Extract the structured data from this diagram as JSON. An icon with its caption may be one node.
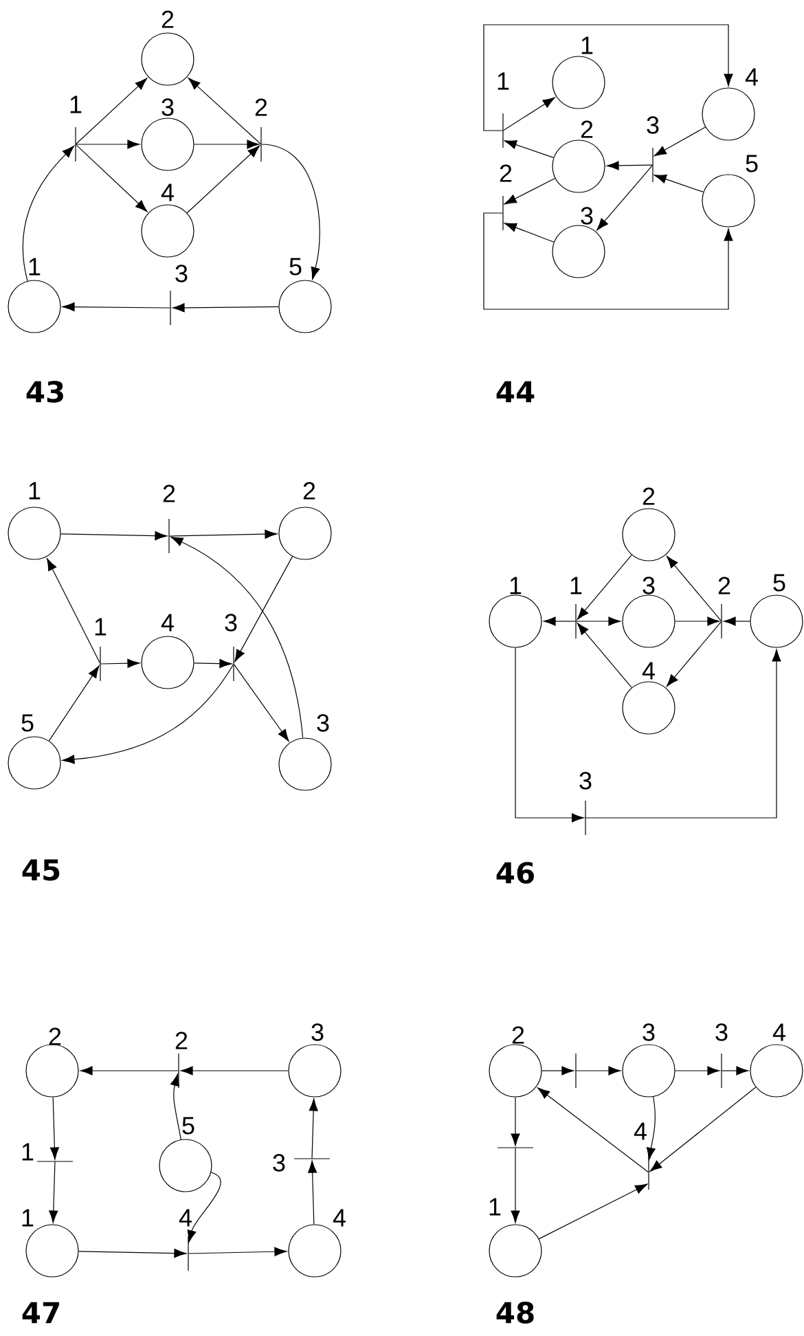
{
  "diagram": {
    "nodes": [
      {
        "text": [],
        "shape": "circle",
        "beside": [
          "2"
        ]
      },
      {
        "text": [],
        "shape": "bar",
        "beside": [
          "1"
        ]
      },
      {
        "text": [],
        "shape": "circle",
        "beside": [
          "3"
        ]
      },
      {
        "text": [],
        "shape": "bar",
        "beside": [
          "2"
        ]
      },
      {
        "text": [],
        "shape": "circle",
        "beside": [
          "4"
        ]
      },
      {
        "text": [],
        "shape": "circle",
        "beside": [
          "1"
        ]
      },
      {
        "text": [],
        "shape": "bar",
        "beside": [
          "3"
        ]
      },
      {
        "text": [],
        "shape": "circle",
        "beside": [
          "5"
        ]
      },
      {
        "text": [],
        "shape": "circle",
        "beside": [
          "1"
        ]
      },
      {
        "text": [],
        "shape": "circle",
        "beside": [
          "4"
        ]
      },
      {
        "text": [],
        "shape": "bar",
        "beside": [
          "1"
        ]
      },
      {
        "text": [],
        "shape": "bar",
        "beside": [
          "3"
        ]
      },
      {
        "text": [],
        "shape": "circle",
        "beside": [
          "2"
        ]
      },
      {
        "text": [],
        "shape": "circle",
        "beside": [
          "5"
        ]
      },
      {
        "text": [],
        "shape": "bar",
        "beside": [
          "2"
        ]
      },
      {
        "text": [],
        "shape": "circle",
        "beside": [
          "3"
        ]
      },
      {
        "text": [],
        "shape": "circle",
        "beside": [
          "1"
        ]
      },
      {
        "text": [],
        "shape": "bar",
        "beside": [
          "2"
        ]
      },
      {
        "text": [],
        "shape": "circle",
        "beside": [
          "2"
        ]
      },
      {
        "text": [],
        "shape": "bar",
        "beside": [
          "1"
        ]
      },
      {
        "text": [],
        "shape": "circle",
        "beside": [
          "4"
        ]
      },
      {
        "text": [],
        "shape": "bar",
        "beside": [
          "3"
        ]
      },
      {
        "text": [],
        "shape": "circle",
        "beside": [
          "5"
        ]
      },
      {
        "text": [],
        "shape": "circle",
        "beside": [
          "3"
        ]
      },
      {
        "text": [],
        "shape": "circle",
        "beside": [
          "2"
        ]
      },
      {
        "text": [],
        "shape": "circle",
        "beside": [
          "1"
        ]
      },
      {
        "text": [],
        "shape": "bar",
        "beside": [
          "1"
        ]
      },
      {
        "text": [],
        "shape": "circle",
        "beside": [
          "3"
        ]
      },
      {
        "text": [],
        "shape": "bar",
        "beside": [
          "2"
        ]
      },
      {
        "text": [],
        "shape": "circle",
        "beside": [
          "5"
        ]
      },
      {
        "text": [],
        "shape": "circle",
        "beside": [
          "4"
        ]
      },
      {
        "text": [],
        "shape": "bar",
        "beside": [
          "3"
        ]
      },
      {
        "text": [],
        "shape": "circle",
        "beside": [
          "2"
        ]
      },
      {
        "text": [],
        "shape": "bar",
        "beside": [
          "2"
        ]
      },
      {
        "text": [],
        "shape": "circle",
        "beside": [
          "3"
        ]
      },
      {
        "text": [],
        "shape": "bar",
        "beside": [
          "1"
        ]
      },
      {
        "text": [],
        "shape": "circle",
        "beside": [
          "5"
        ]
      },
      {
        "text": [],
        "shape": "bar",
        "beside": [
          "3"
        ]
      },
      {
        "text": [],
        "shape": "circle",
        "beside": [
          "1"
        ]
      },
      {
        "text": [],
        "shape": "bar",
        "beside": [
          "4"
        ]
      },
      {
        "text": [],
        "shape": "circle",
        "beside": [
          "4"
        ]
      },
      {
        "text": [],
        "shape": "circle",
        "beside": [
          "2"
        ]
      },
      {
        "text": [],
        "shape": "bar"
      },
      {
        "text": [],
        "shape": "circle",
        "beside": [
          "3"
        ]
      },
      {
        "text": [],
        "shape": "bar",
        "beside": [
          "3"
        ]
      },
      {
        "text": [],
        "shape": "circle",
        "beside": [
          "4"
        ]
      },
      {
        "text": [],
        "shape": "bar"
      },
      {
        "text": [],
        "shape": "bar",
        "beside": [
          "4"
        ]
      },
      {
        "text": [],
        "shape": "circle",
        "beside": [
          "1"
        ]
      }
    ],
    "edges": [
      {
        "from": 1,
        "to": 0,
        "arrow": "to"
      },
      {
        "from": 1,
        "to": 2,
        "arrow": "to"
      },
      {
        "from": 1,
        "to": 4,
        "arrow": "to"
      },
      {
        "from": 2,
        "to": 3,
        "arrow": "to"
      },
      {
        "from": 4,
        "to": 3,
        "arrow": "to"
      },
      {
        "from": 3,
        "to": 0,
        "arrow": "to"
      },
      {
        "from": 3,
        "to": 7,
        "arrow": "to"
      },
      {
        "from": 7,
        "to": 6,
        "arrow": "to"
      },
      {
        "from": 6,
        "to": 5,
        "arrow": "to"
      },
      {
        "from": 5,
        "to": 1,
        "arrow": "to"
      },
      {
        "from": 10,
        "to": 8,
        "arrow": "to"
      },
      {
        "from": 12,
        "to": 10,
        "arrow": "to"
      },
      {
        "from": 12,
        "to": 14,
        "arrow": "to"
      },
      {
        "from": 15,
        "to": 14,
        "arrow": "to"
      },
      {
        "from": 11,
        "to": 12,
        "arrow": "to"
      },
      {
        "from": 11,
        "to": 15,
        "arrow": "to"
      },
      {
        "from": 9,
        "to": 11,
        "arrow": "to"
      },
      {
        "from": 13,
        "to": 11,
        "arrow": "to"
      },
      {
        "from": 10,
        "to": 9,
        "arrow": "to"
      },
      {
        "from": 14,
        "to": 13,
        "arrow": "to"
      },
      {
        "from": 16,
        "to": 17,
        "arrow": "to"
      },
      {
        "from": 17,
        "to": 18,
        "arrow": "to"
      },
      {
        "from": 18,
        "to": 21,
        "arrow": "to"
      },
      {
        "from": 19,
        "to": 16,
        "arrow": "to"
      },
      {
        "from": 19,
        "to": 20,
        "arrow": "to"
      },
      {
        "from": 20,
        "to": 21,
        "arrow": "to"
      },
      {
        "from": 22,
        "to": 19,
        "arrow": "to"
      },
      {
        "from": 21,
        "to": 23,
        "arrow": "to"
      },
      {
        "from": 21,
        "to": 22,
        "arrow": "to"
      },
      {
        "from": 23,
        "to": 17,
        "arrow": "to"
      },
      {
        "from": 26,
        "to": 25,
        "arrow": "to"
      },
      {
        "from": 26,
        "to": 27,
        "arrow": "to"
      },
      {
        "from": 24,
        "to": 26,
        "arrow": "to"
      },
      {
        "from": 30,
        "to": 26,
        "arrow": "to"
      },
      {
        "from": 27,
        "to": 28,
        "arrow": "to"
      },
      {
        "from": 29,
        "to": 28,
        "arrow": "to"
      },
      {
        "from": 28,
        "to": 24,
        "arrow": "to"
      },
      {
        "from": 28,
        "to": 30,
        "arrow": "to"
      },
      {
        "from": 25,
        "to": 31,
        "arrow": "to"
      },
      {
        "from": 31,
        "to": 29,
        "arrow": "to"
      },
      {
        "from": 34,
        "to": 33,
        "arrow": "to"
      },
      {
        "from": 33,
        "to": 32,
        "arrow": "to"
      },
      {
        "from": 32,
        "to": 35,
        "arrow": "to"
      },
      {
        "from": 35,
        "to": 38,
        "arrow": "to"
      },
      {
        "from": 38,
        "to": 39,
        "arrow": "to"
      },
      {
        "from": 39,
        "to": 40,
        "arrow": "to"
      },
      {
        "from": 40,
        "to": 37,
        "arrow": "to"
      },
      {
        "from": 37,
        "to": 34,
        "arrow": "to"
      },
      {
        "from": 36,
        "to": 33,
        "arrow": "to"
      },
      {
        "from": 36,
        "to": 39,
        "arrow": "to"
      },
      {
        "from": 41,
        "to": 42,
        "arrow": "to"
      },
      {
        "from": 42,
        "to": 43,
        "arrow": "to"
      },
      {
        "from": 43,
        "to": 44,
        "arrow": "to"
      },
      {
        "from": 44,
        "to": 45,
        "arrow": "to"
      },
      {
        "from": 41,
        "to": 46,
        "arrow": "to"
      },
      {
        "from": 46,
        "to": 48,
        "arrow": "to"
      },
      {
        "from": 48,
        "to": 47,
        "arrow": "to"
      },
      {
        "from": 43,
        "to": 47,
        "arrow": "to"
      },
      {
        "from": 45,
        "to": 47,
        "arrow": "to"
      },
      {
        "from": 47,
        "to": 41,
        "arrow": "to"
      }
    ],
    "labels": [
      "43",
      "44",
      "45",
      "46",
      "47",
      "48"
    ]
  }
}
